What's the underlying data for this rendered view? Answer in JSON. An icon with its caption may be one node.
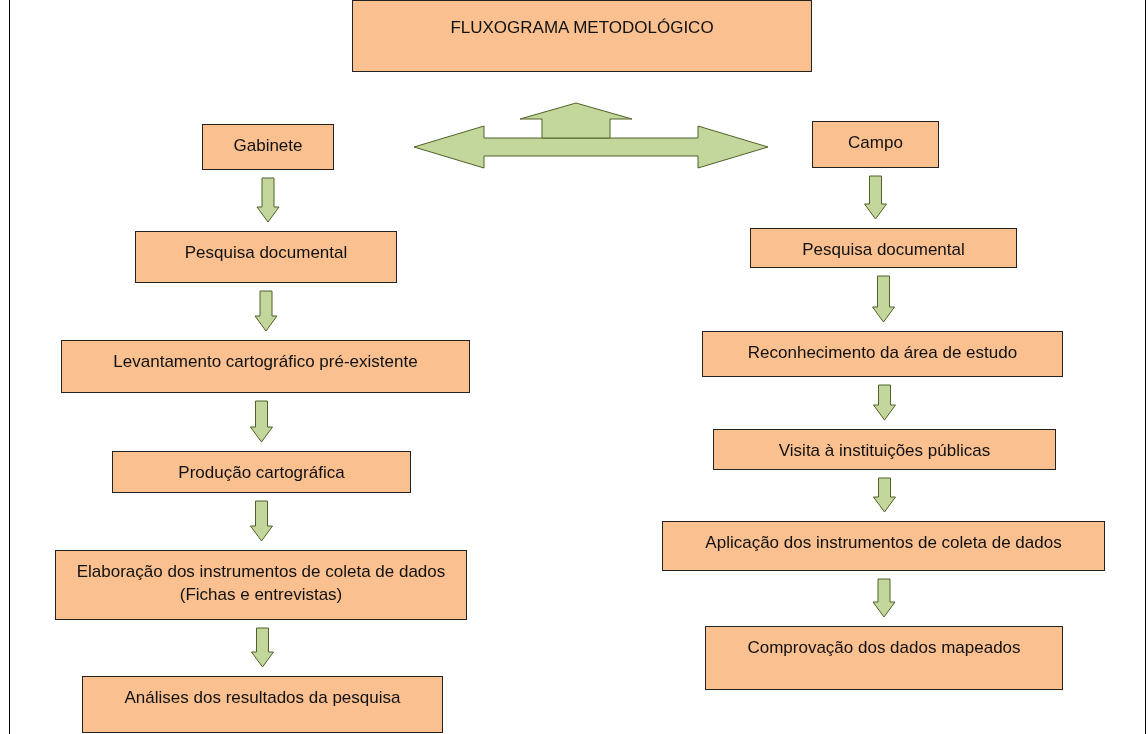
{
  "diagram": {
    "nodes": [
      {
        "text": [
          "FLUXOGRAMA METODOLÓGICO"
        ]
      },
      {
        "text": [
          "Gabinete"
        ]
      },
      {
        "text": [
          "Campo"
        ]
      },
      {
        "text": [
          "Pesquisa documental"
        ]
      },
      {
        "text": [
          "Levantamento cartográfico pré-existente"
        ]
      },
      {
        "text": [
          "Produção cartográfica"
        ]
      },
      {
        "text": [
          "Elaboração dos instrumentos de coleta de dados (Fichas e entrevistas)"
        ]
      },
      {
        "text": [
          "Análises dos resultados da pesquisa"
        ]
      },
      {
        "text": [
          "Pesquisa documental"
        ]
      },
      {
        "text": [
          "Reconhecimento da área de estudo"
        ]
      },
      {
        "text": [
          "Visita à instituições públicas"
        ]
      },
      {
        "text": [
          "Aplicação dos instrumentos de coleta de dados"
        ]
      },
      {
        "text": [
          "Comprovação dos dados mapeados"
        ]
      }
    ],
    "edges": [
      {
        "from": 1,
        "to": 2,
        "arrow": "both"
      },
      {
        "from": null,
        "to": 0,
        "arrow": "to"
      },
      {
        "from": 1,
        "to": 3,
        "arrow": "to"
      },
      {
        "from": 3,
        "to": 4,
        "arrow": "to"
      },
      {
        "from": 4,
        "to": 5,
        "arrow": "to"
      },
      {
        "from": 5,
        "to": 6,
        "arrow": "to"
      },
      {
        "from": 6,
        "to": 7,
        "arrow": "to"
      },
      {
        "from": 2,
        "to": 8,
        "arrow": "to"
      },
      {
        "from": 8,
        "to": 9,
        "arrow": "to"
      },
      {
        "from": 9,
        "to": 10,
        "arrow": "to"
      },
      {
        "from": 10,
        "to": 11,
        "arrow": "to"
      },
      {
        "from": 11,
        "to": 12,
        "arrow": "to"
      }
    ]
  }
}
